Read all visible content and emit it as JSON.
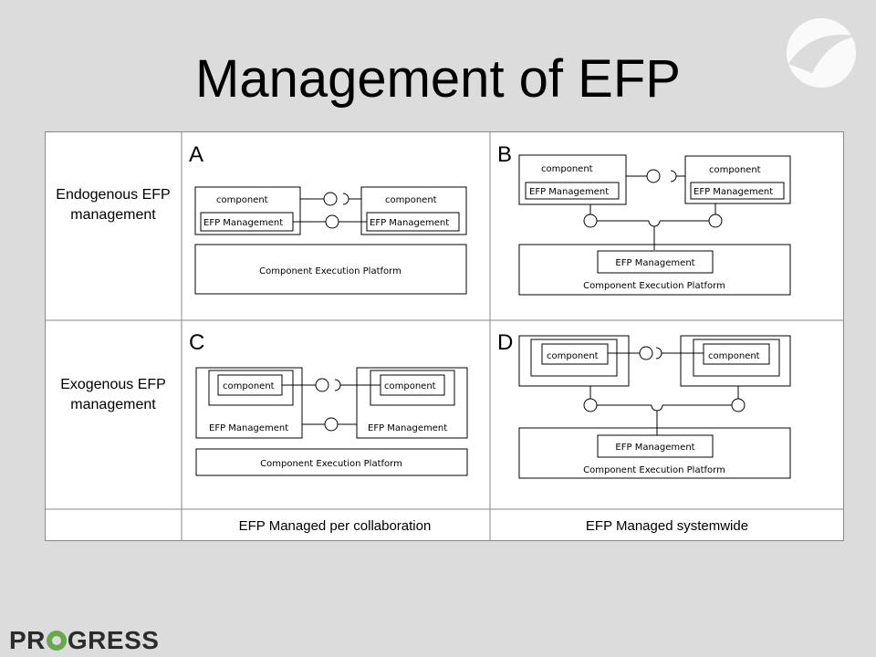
{
  "slide": {
    "title": "Management of EFP"
  },
  "rows": {
    "endogenous": [
      "Endogenous EFP",
      "management"
    ],
    "exogenous": [
      "Exogenous EFP",
      "management"
    ]
  },
  "columns": {
    "collaboration": "EFP Managed per collaboration",
    "systemwide": "EFP Managed systemwide"
  },
  "panels": {
    "a": "A",
    "b": "B",
    "c": "C",
    "d": "D"
  },
  "diagram_labels": {
    "component": "component",
    "efp_management": "EFP Management",
    "platform": "Component Execution Platform"
  },
  "logo": {
    "before": "PR",
    "after": "GRESS"
  }
}
